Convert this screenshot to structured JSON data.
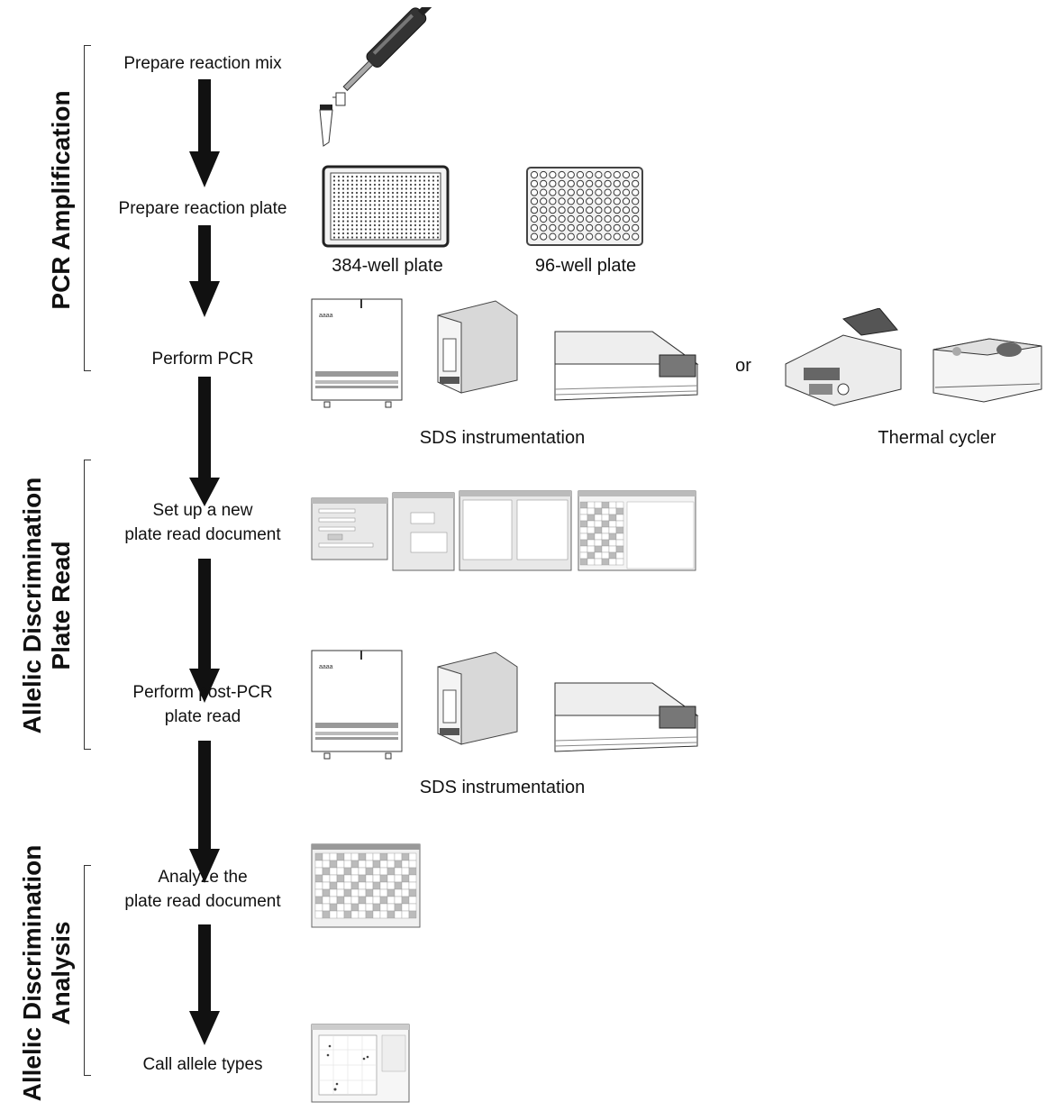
{
  "sections": [
    {
      "label": "PCR Amplification"
    },
    {
      "label_line1": "Allelic Discrimination",
      "label_line2": "Plate Read"
    },
    {
      "label_line1": "Allelic Discrimination",
      "label_line2": "Analysis"
    }
  ],
  "steps": [
    {
      "label": "Prepare reaction mix"
    },
    {
      "label": "Prepare reaction plate"
    },
    {
      "label": "Perform PCR"
    },
    {
      "label_line1": "Set up a new",
      "label_line2": "plate read document"
    },
    {
      "label_line1": "Perform post-PCR",
      "label_line2": "plate read"
    },
    {
      "label_line1": "Analyze the",
      "label_line2": "plate read document"
    },
    {
      "label": "Call allele types"
    }
  ],
  "captions": {
    "plate_384": "384-well plate",
    "plate_96": "96-well plate",
    "sds_1": "SDS instrumentation",
    "or": "or",
    "thermal_cycler": "Thermal cycler",
    "sds_2": "SDS instrumentation"
  },
  "colors": {
    "arrow": "#111111",
    "line": "#333333",
    "screen_fill": "#e8e8e8"
  },
  "icons": [
    "pipette-icon",
    "plate-384-icon",
    "plate-96-icon",
    "sds-instrument-icon",
    "thermal-cycler-icon",
    "software-screenshot-icon",
    "allele-plot-icon"
  ]
}
